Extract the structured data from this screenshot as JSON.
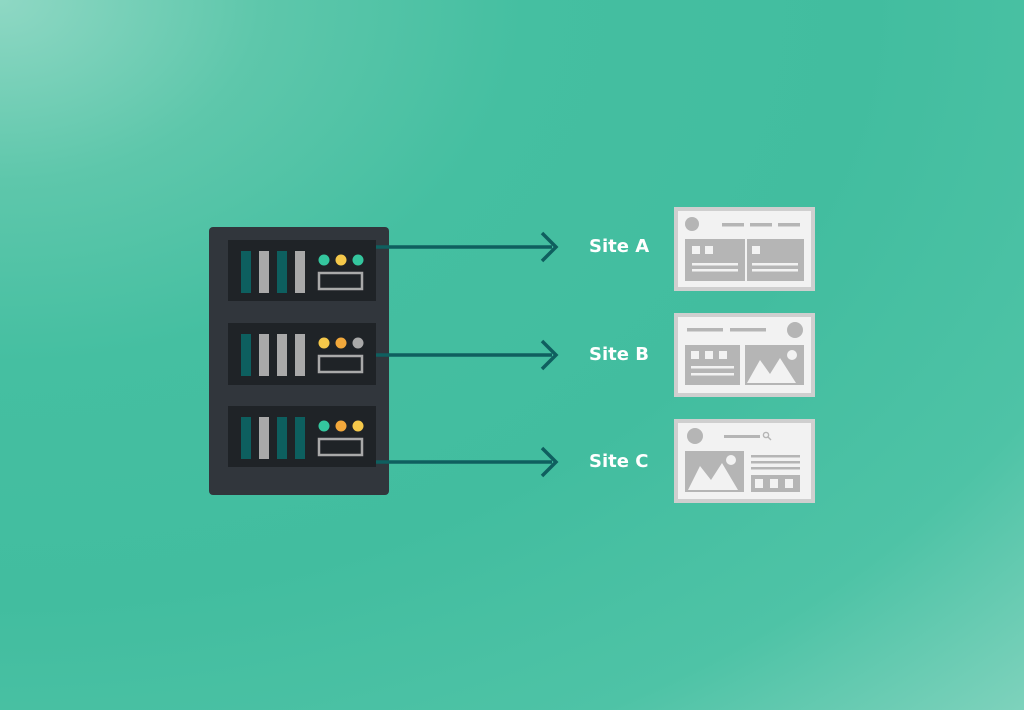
{
  "sites": [
    {
      "id": "a",
      "label": "Site A"
    },
    {
      "id": "b",
      "label": "Site B"
    },
    {
      "id": "c",
      "label": "Site C"
    }
  ],
  "colors": {
    "server_body": "#31363c",
    "server_slot": "#1f2327",
    "teal_bar": "#0d5f5f",
    "gray_bar": "#a9a9a9",
    "connector": "#0f5f5f",
    "led_green": "#34c69e",
    "led_yellow": "#f5c84a",
    "led_orange": "#f2a83b",
    "led_gray": "#a9a9a9",
    "card_frame": "#cfcfcf",
    "card_face": "#f2f2f2",
    "card_element": "#b5b5b5"
  },
  "icons": [
    "server-rack-icon",
    "website-wireframe-icon",
    "arrow-right-icon",
    "mountain-image-icon",
    "search-icon"
  ]
}
